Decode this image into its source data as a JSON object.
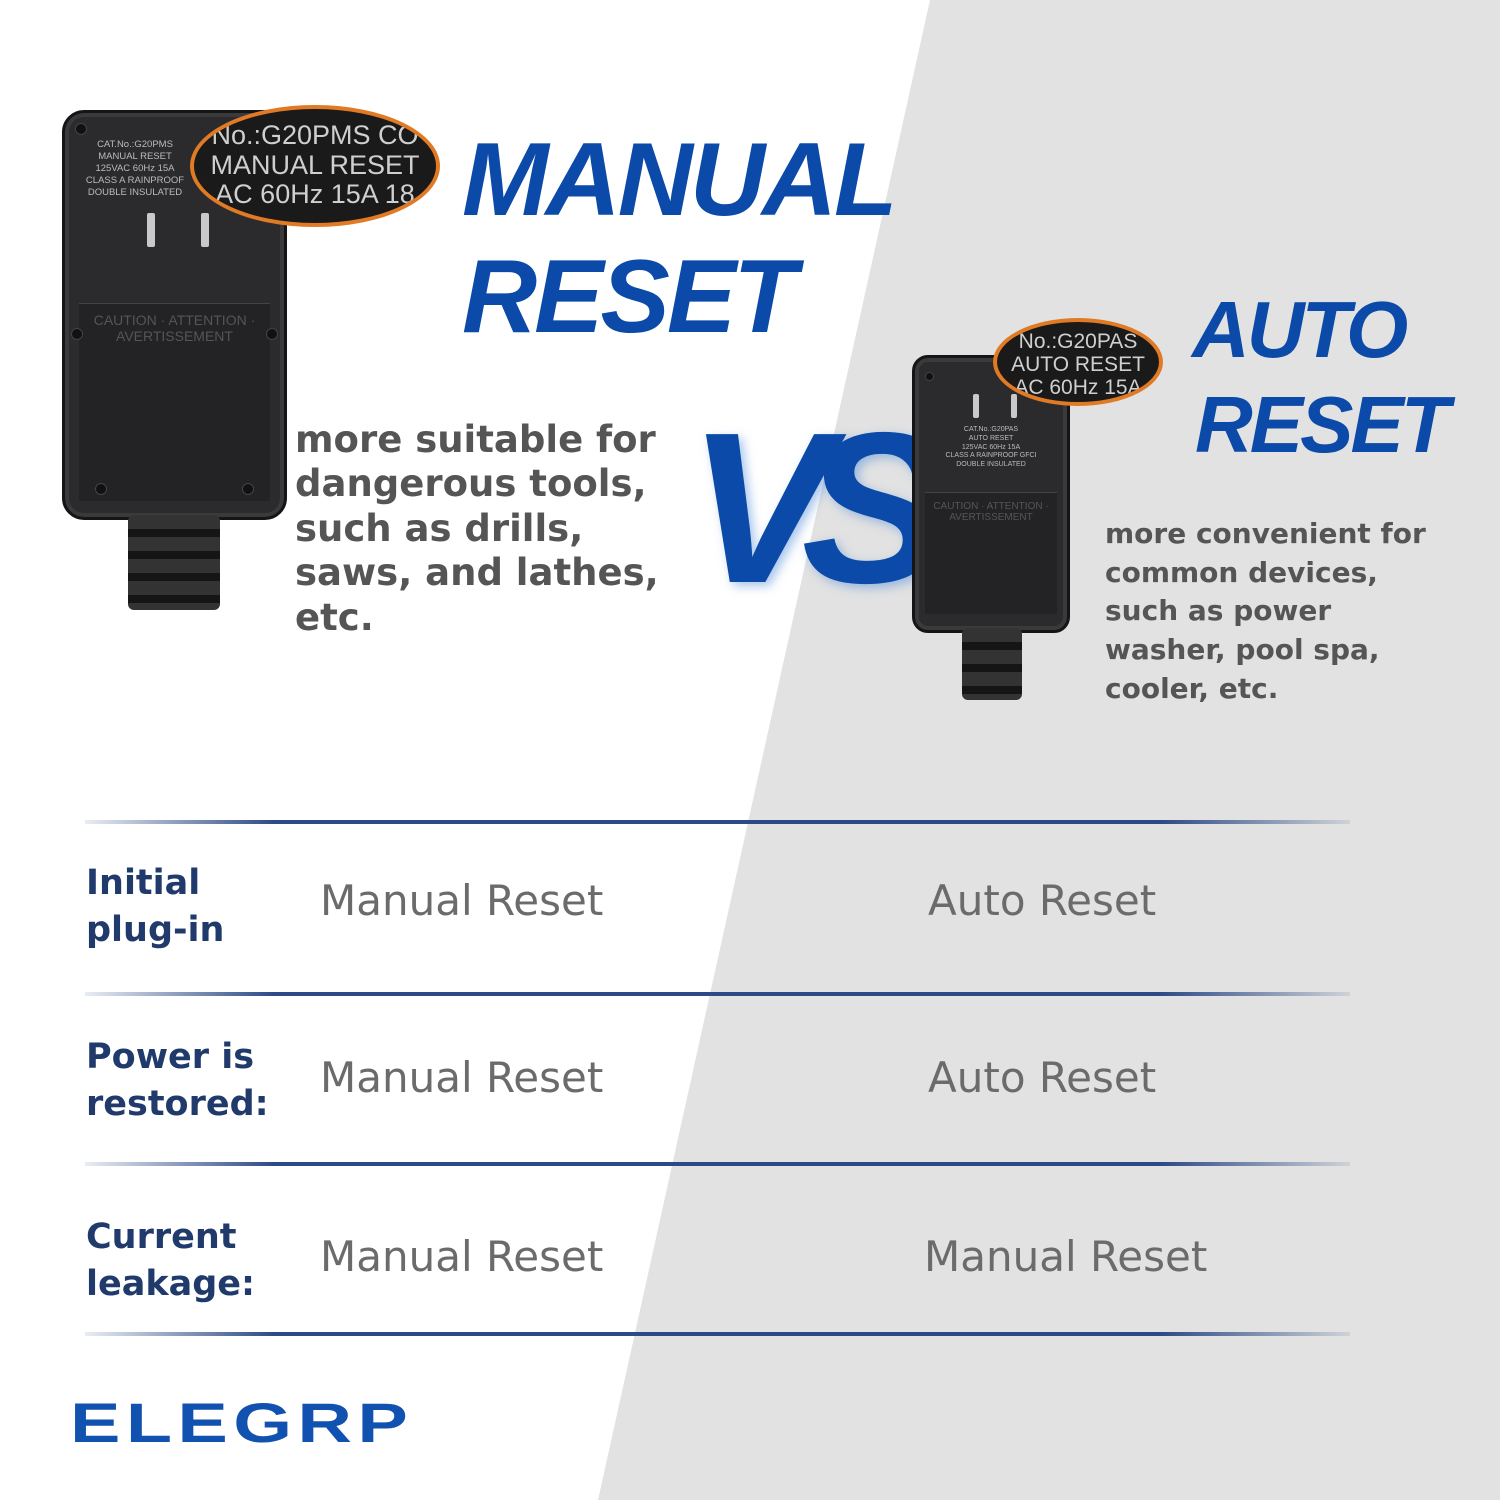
{
  "manual": {
    "title_line1": "MANUAL",
    "title_line2": "RESET",
    "description": "more suitable for dangerous tools, such as drills, saws, and lathes, etc.",
    "label_small": "CAT.No.:G20PMS\nMANUAL RESET\n125VAC 60Hz 15A\nCLASS A RAINPROOF\nDOUBLE INSULATED",
    "lens_lines": [
      "No.:G20PMS CO",
      "MANUAL RESET",
      "AC 60Hz 15A 18"
    ],
    "cover_text": "CAUTION · ATTENTION · AVERTISSEMENT"
  },
  "vs_label": "VS",
  "auto": {
    "title_line1": "AUTO",
    "title_line2": "RESET",
    "description": "more convenient for common devices, such as power washer, pool spa, cooler, etc.",
    "label_small": "CAT.No.:G20PAS\nAUTO RESET\n125VAC 60Hz 15A\nCLASS A RAINPROOF GFCI\nDOUBLE INSULATED",
    "lens_lines": [
      "No.:G20PAS",
      "AUTO RESET",
      "AC 60Hz 15A"
    ],
    "cover_text": "CAUTION · ATTENTION · AVERTISSEMENT"
  },
  "table": {
    "rows": [
      {
        "label": "Initial plug-in",
        "manual": "Manual Reset",
        "auto": "Auto Reset"
      },
      {
        "label": "Power is restored:",
        "manual": "Manual Reset",
        "auto": "Auto Reset"
      },
      {
        "label": "Current leakage:",
        "manual": "Manual Reset",
        "auto": "Manual Reset"
      }
    ]
  },
  "brand": "ELEGRP",
  "colors": {
    "accent": "#0b4aa8",
    "label": "#1f3a6b",
    "lens_ring": "#e07a25",
    "right_bg": "#e2e2e2"
  }
}
